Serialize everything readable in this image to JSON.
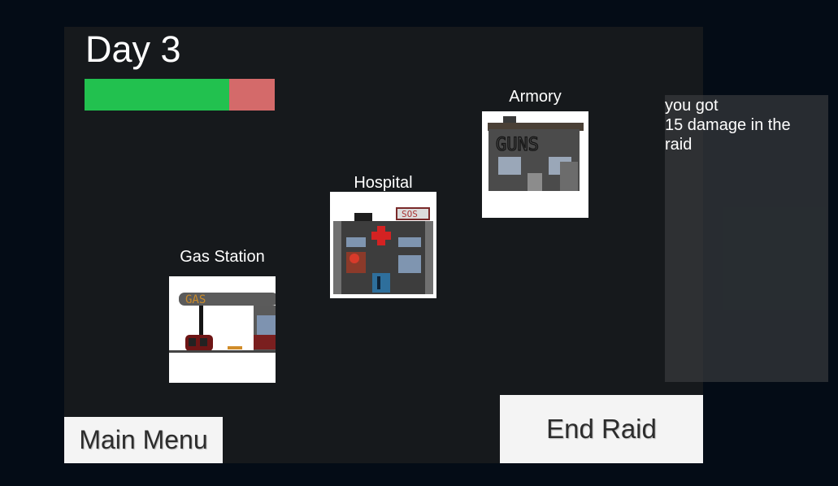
{
  "hud": {
    "day_label": "Day 3",
    "health": 0.76,
    "health_color": "#22c14f",
    "damage_color": "#d46a6a"
  },
  "locations": [
    {
      "name": "Gas Station",
      "icon": "gas-station-icon",
      "sign": "GAS"
    },
    {
      "name": "Hospital",
      "icon": "hospital-icon",
      "sign": "SOS"
    },
    {
      "name": "Armory",
      "icon": "armory-icon",
      "sign": "GUNS"
    }
  ],
  "log": {
    "message": "you got\n15 damage in the raid"
  },
  "buttons": {
    "main_menu": "Main Menu",
    "end_raid": "End Raid"
  }
}
